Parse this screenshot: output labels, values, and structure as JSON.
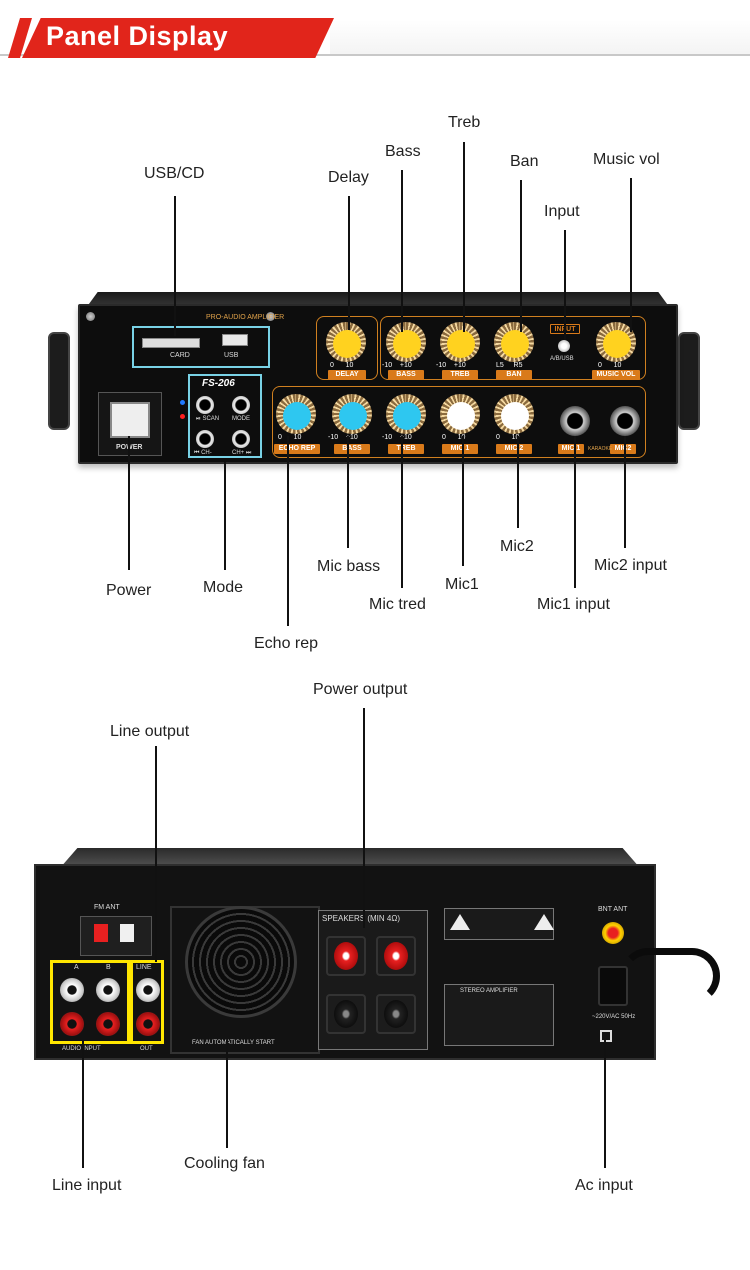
{
  "header": {
    "title": "Panel Display",
    "accent_color": "#e1251b"
  },
  "front_labels": {
    "usb_cd": "USB/CD",
    "delay": "Delay",
    "bass": "Bass",
    "treb": "Treb",
    "ban": "Ban",
    "input": "Input",
    "music_vol": "Music vol",
    "power": "Power",
    "mode": "Mode",
    "echo_rep": "Echo rep",
    "mic_bass": "Mic bass",
    "mic_tred": "Mic tred",
    "mic1": "Mic1",
    "mic2": "Mic2",
    "mic1_input": "Mic1 input",
    "mic2_input": "Mic2 input"
  },
  "front_panel": {
    "brand_line": "PRO-AUDIO AMPLIFIER",
    "model": "FS-206",
    "card": "CARD",
    "usb": "USB",
    "power_label": "POWER",
    "button_labels": [
      "⏯ SCAN",
      "MODE",
      "⏮ CH-",
      "CH+ ⏭"
    ],
    "top_knobs": [
      {
        "label": "DELAY",
        "min": "0",
        "max": "10",
        "color": "#ffd21f"
      },
      {
        "label": "BASS",
        "min": "-10",
        "max": "+10",
        "color": "#ffd21f"
      },
      {
        "label": "TREB",
        "min": "-10",
        "max": "+10",
        "color": "#ffd21f"
      },
      {
        "label": "BAN",
        "min": "L5",
        "max": "R5",
        "color": "#ffd21f"
      },
      {
        "label": "MUSIC VOL",
        "min": "0",
        "max": "10",
        "color": "#ffd21f"
      }
    ],
    "input_label": "INPUT",
    "input_sub": "A/B/USB",
    "bottom_knobs": [
      {
        "label": "ECHO REP",
        "min": "0",
        "max": "10",
        "color": "#2ec7f0"
      },
      {
        "label": "BASS",
        "min": "-10",
        "max": "+10",
        "color": "#2ec7f0"
      },
      {
        "label": "TREB",
        "min": "-10",
        "max": "+10",
        "color": "#2ec7f0"
      },
      {
        "label": "MIC 1",
        "min": "0",
        "max": "10",
        "color": "#ffffff"
      },
      {
        "label": "MIC 2",
        "min": "0",
        "max": "10",
        "color": "#ffffff"
      }
    ],
    "jacks": [
      "MIC 1",
      "MIC2"
    ],
    "karaoke": "KARAOKE"
  },
  "back_labels": {
    "power_output": "Power output",
    "line_output": "Line output",
    "line_input": "Line input",
    "cooling_fan": "Cooling fan",
    "ac_input": "Ac input"
  },
  "back_panel": {
    "fm_ant": "FM ANT",
    "audio_input": "AUDIO INPUT",
    "out": "OUT",
    "line": "LINE",
    "ab": [
      "A",
      "B"
    ],
    "speakers": "SPEAKERS (MIN 4Ω)",
    "fan_text": "FAN AUTOMATICALLY START",
    "bnt_ant": "BNT ANT",
    "ac_text": "~220V/AC 50Hz",
    "stereo_amplifier": "STEREO AMPLIFIER"
  }
}
